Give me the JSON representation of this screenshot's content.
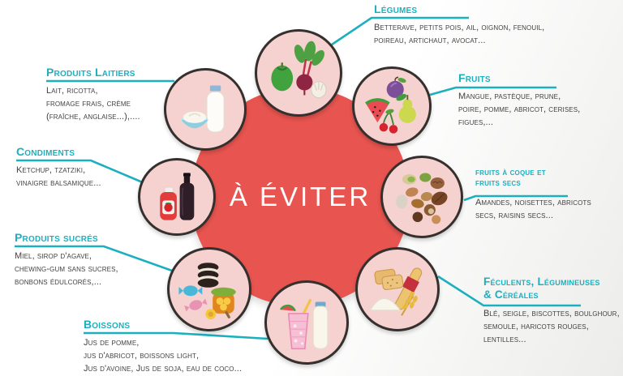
{
  "center": {
    "label": "À ÉVITER",
    "color": "#e8544f"
  },
  "colors": {
    "accent_teal": "#1cb0bf",
    "center_red": "#e8544f",
    "bubble_pink": "#f5d2d0",
    "bubble_border": "#35302d",
    "body_text": "#454240"
  },
  "categories": [
    {
      "id": "legumes",
      "title": "Légumes",
      "icon": "vegetables-icon",
      "items": "Betterave, petits pois, ail, oignon, fenouil,\npoireau, artichaut, avocat..."
    },
    {
      "id": "fruits",
      "title": "Fruits",
      "icon": "fruits-icon",
      "items": "Mangue, pastèque, prune,\npoire, pomme, abricot, cerises,\nfigues,..."
    },
    {
      "id": "fruits-a-coque",
      "title": "fruits à coque et\nfruits secs",
      "icon": "nuts-icon",
      "items": "Amandes, noisettes, abricots\nsecs, raisins secs..."
    },
    {
      "id": "feculents",
      "title": "Féculents, Légumineuses\n& Céréales",
      "icon": "grains-icon",
      "items": "Blé, seigle, biscottes, boulghour,\nsemoule, haricots rouges, lentilles..."
    },
    {
      "id": "boissons",
      "title": "Boissons",
      "icon": "drinks-icon",
      "items": "Jus de pomme,\njus d'abricot, boissons light,\nJus d'avoine, Jus de soja, eau de coco..."
    },
    {
      "id": "produits-sucres",
      "title": "Produits sucrés",
      "icon": "sweets-icon",
      "items": "Miel, sirop d'agave,\nchewing-gum sans sucres,\nbonbons édulcorés,..."
    },
    {
      "id": "condiments",
      "title": "Condiments",
      "icon": "condiments-icon",
      "items": "Ketchup, tzatziki,\nvinaigre balsamique..."
    },
    {
      "id": "produits-laitiers",
      "title": "Produits Laitiers",
      "icon": "dairy-icon",
      "items": "Lait, ricotta,\nfromage frais, crème\n(fraîche, anglaise...),...."
    }
  ]
}
